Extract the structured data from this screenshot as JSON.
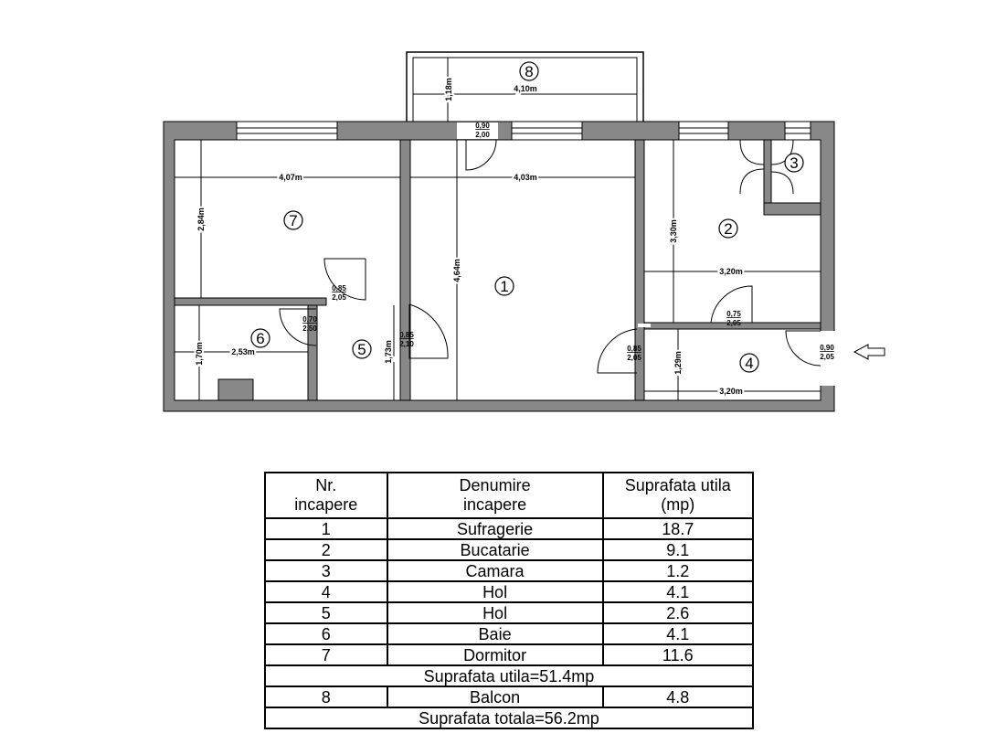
{
  "plan": {
    "rooms": [
      {
        "number": "1"
      },
      {
        "number": "2"
      },
      {
        "number": "3"
      },
      {
        "number": "4"
      },
      {
        "number": "5"
      },
      {
        "number": "6"
      },
      {
        "number": "7"
      },
      {
        "number": "8"
      }
    ],
    "dimensions": {
      "balcony_width": "4,10m",
      "balcony_depth": "1,18m",
      "bedroom_width": "4,07m",
      "bedroom_depth": "2,84m",
      "living_width": "4,03m",
      "living_depth": "4,64m",
      "kitchen_depth": "3,30m",
      "kitchen_width": "3,20m",
      "bath_depth": "1,70m",
      "bath_width": "2,53m",
      "hall_depth": "1,73m",
      "hall4_depth": "1,29m",
      "hall4_width": "3,20m"
    },
    "doors": {
      "balcony": {
        "w": "0,90",
        "h": "2,00"
      },
      "bedroom": {
        "w": "0,85",
        "h": "2,05"
      },
      "bath": {
        "w": "0,70",
        "h": "2,50"
      },
      "living": {
        "w": "0,85",
        "h": "2,10"
      },
      "kitchen": {
        "w": "0,75",
        "h": "2,05"
      },
      "hall": {
        "w": "0,85",
        "h": "2,05"
      },
      "entrance": {
        "w": "0,90",
        "h": "2,05"
      }
    }
  },
  "table": {
    "headers": {
      "nr_line1": "Nr.",
      "nr_line2": "incapere",
      "name_line1": "Denumire",
      "name_line2": "incapere",
      "area_line1": "Suprafata utila",
      "area_line2": "(mp)"
    },
    "rows": [
      {
        "nr": "1",
        "name": "Sufragerie",
        "area": "18.7"
      },
      {
        "nr": "2",
        "name": "Bucatarie",
        "area": "9.1"
      },
      {
        "nr": "3",
        "name": "Camara",
        "area": "1.2"
      },
      {
        "nr": "4",
        "name": "Hol",
        "area": "4.1"
      },
      {
        "nr": "5",
        "name": "Hol",
        "area": "2.6"
      },
      {
        "nr": "6",
        "name": "Baie",
        "area": "4.1"
      },
      {
        "nr": "7",
        "name": "Dormitor",
        "area": "11.6"
      }
    ],
    "subtotal": "Suprafata utila=51.4mp",
    "balcony_row": {
      "nr": "8",
      "name": "Balcon",
      "area": "4.8"
    },
    "total": "Suprafata totala=56.2mp"
  },
  "colors": {
    "wall": "#888888",
    "line": "#000000",
    "background": "#ffffff"
  }
}
